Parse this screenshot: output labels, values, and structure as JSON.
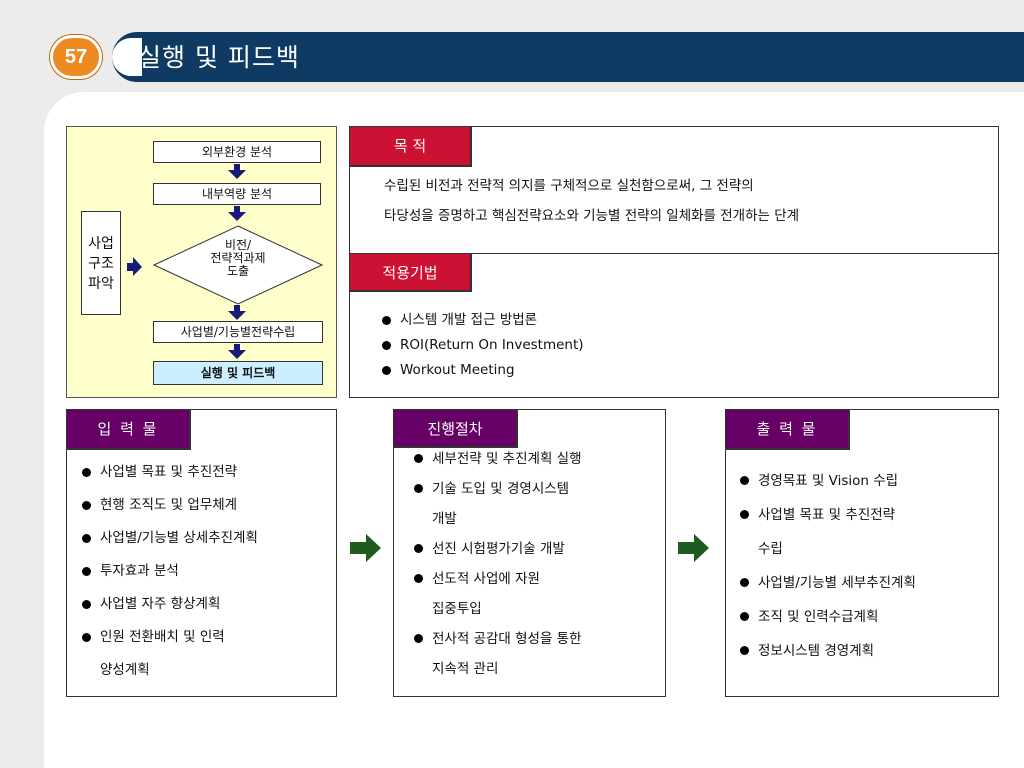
{
  "header": {
    "page_number": "57",
    "title": "실행 및 피드백"
  },
  "flowchart": {
    "steps": [
      "외부환경 분석",
      "내부역량 분석",
      "사업별/기능별전략수립",
      "실행 및 피드백"
    ],
    "diamond": [
      "비전/",
      "전략적과제",
      "도출"
    ],
    "side": [
      "사업",
      "구조",
      "파악"
    ]
  },
  "purpose": {
    "title": "목   적",
    "lines": [
      "수립된 비전과 전략적 의지를 구체적으로 실천함으로써, 그 전략의",
      "타당성을 증명하고 핵심전략요소와 기능별 전략의 일체화를 전개하는 단계"
    ]
  },
  "method": {
    "title": "적용기법",
    "items": [
      "시스템 개발 접근 방법론",
      "ROI(Return On Investment)",
      "Workout Meeting"
    ]
  },
  "input": {
    "title": "입 력 물",
    "items": [
      [
        "사업별 목표 및 추진전략"
      ],
      [
        "현행 조직도 및 업무체계"
      ],
      [
        "사업별/기능별 상세추진계획"
      ],
      [
        "투자효과 분석"
      ],
      [
        "사업별 자주 향상계획"
      ],
      [
        "인원 전환배치 및 인력",
        "양성계획"
      ]
    ]
  },
  "process": {
    "title": "진행절차",
    "items": [
      [
        "세부전략 및 추진계획 실행"
      ],
      [
        "기술 도입 및 경영시스템",
        "개발"
      ],
      [
        "선진 시험평가기술 개발"
      ],
      [
        "선도적 사업에 자원",
        "집중투입"
      ],
      [
        "전사적 공감대 형성을 통한",
        "지속적 관리"
      ]
    ]
  },
  "output": {
    "title": "출 력 물",
    "items": [
      [
        "경영목표 및 Vision 수립"
      ],
      [
        "사업별 목표 및 추진전략",
        "수립"
      ],
      [
        "사업별/기능별 세부추진계획"
      ],
      [
        "조직 및 인력수급계획"
      ],
      [
        "정보시스템 경영계획"
      ]
    ]
  },
  "colors": {
    "header_blue": "#0f3a63",
    "page_badge": "#ee8a22",
    "tag_red": "#cc1133",
    "tag_purple": "#660066",
    "flow_bg": "#ffffcc",
    "highlight_box": "#cceeff",
    "arrow_green": "#1f5a1f"
  }
}
